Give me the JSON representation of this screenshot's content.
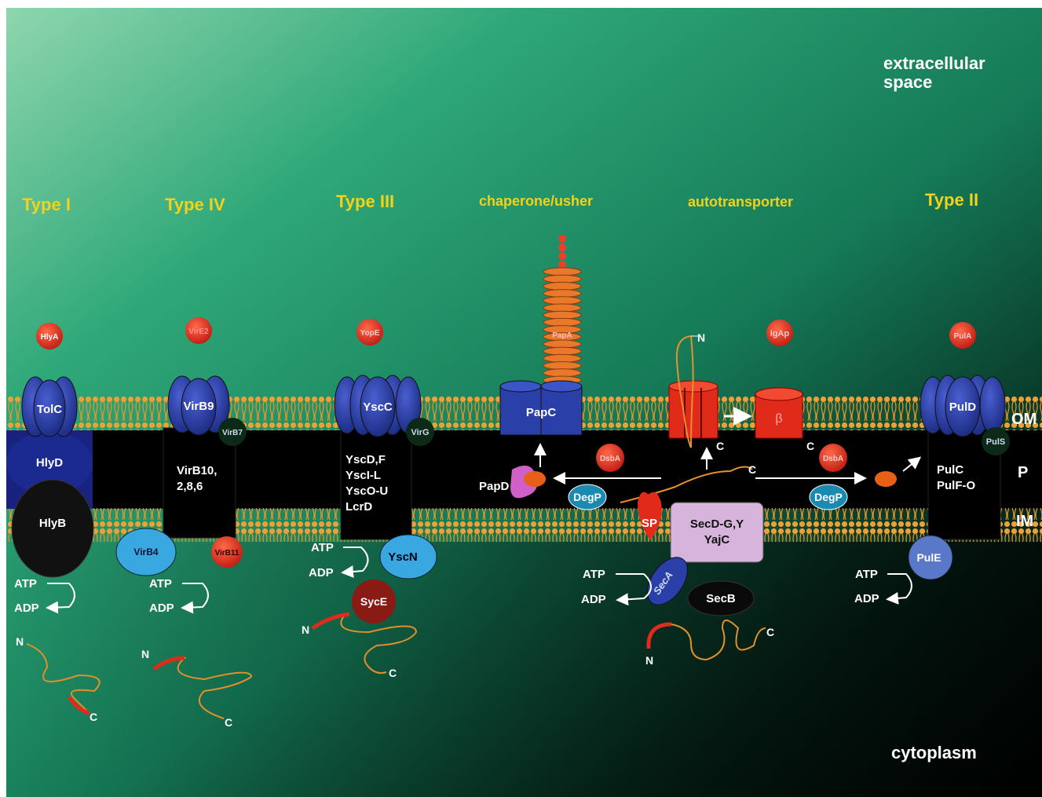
{
  "regions": {
    "extracellular": [
      "extracellular",
      "space"
    ],
    "cytoplasm": "cytoplasm",
    "om": "OM",
    "p": "P",
    "im": "IM"
  },
  "systems": {
    "type1": "Type I",
    "type4": "Type IV",
    "type3": "Type III",
    "chaperone": "chaperone/usher",
    "autotransporter": "autotransporter",
    "type2": "Type II"
  },
  "proteins": {
    "hlya": "HlyA",
    "tolc": "TolC",
    "hlyd": "HlyD",
    "hlyb": "HlyB",
    "vire2": "VirE2",
    "virb9": "VirB9",
    "virb7": "VirB7",
    "virb10": [
      "VirB10,",
      "2,8,6"
    ],
    "virb4": "VirB4",
    "virb11": "VirB11",
    "yope": "YopE",
    "yscc": "YscC",
    "virg": "VirG",
    "ysc_list": [
      "YscD,F",
      "YscI-L",
      "YscO-U",
      "LcrD"
    ],
    "yscn": "YscN",
    "syce": "SycE",
    "papa": "PapA",
    "papc": "PapC",
    "papd": "PapD",
    "dsba": "DsbA",
    "degp": "DegP",
    "igap": "IgAp",
    "beta": "β",
    "sp": "SP",
    "secdg": [
      "SecD-G,Y",
      "YajC"
    ],
    "seca": "SecA",
    "secb": "SecB",
    "pula": "PulA",
    "puld": "PulD",
    "puls": "PulS",
    "pulc": [
      "PulC",
      "PulF-O"
    ],
    "pule": "PulE"
  },
  "energy": {
    "atp": "ATP",
    "adp": "ADP"
  },
  "termini": {
    "n": "N",
    "c": "C"
  },
  "colors": {
    "background_light": "#6ec79a",
    "background_mid": "#1f9a6c",
    "background_dark": "#000000",
    "membrane_head": "#f0a032",
    "blue_protein": "#2a3fa0",
    "red_protein": "#d8251a",
    "label_yellow": "#f2d21a"
  }
}
